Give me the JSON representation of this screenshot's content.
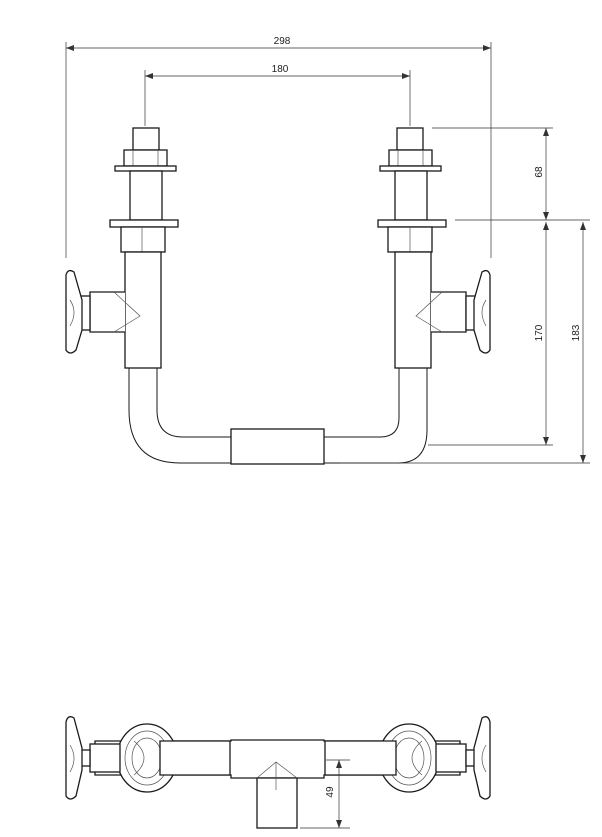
{
  "drawing": {
    "dimensions": {
      "overall_width": "298",
      "inlet_spacing": "180",
      "top_height": "68",
      "middle_height": "170",
      "total_height": "183",
      "outlet_depth": "49"
    },
    "colors": {
      "line": "#1a1a1a",
      "dimension": "#333333",
      "background": "#ffffff"
    }
  }
}
